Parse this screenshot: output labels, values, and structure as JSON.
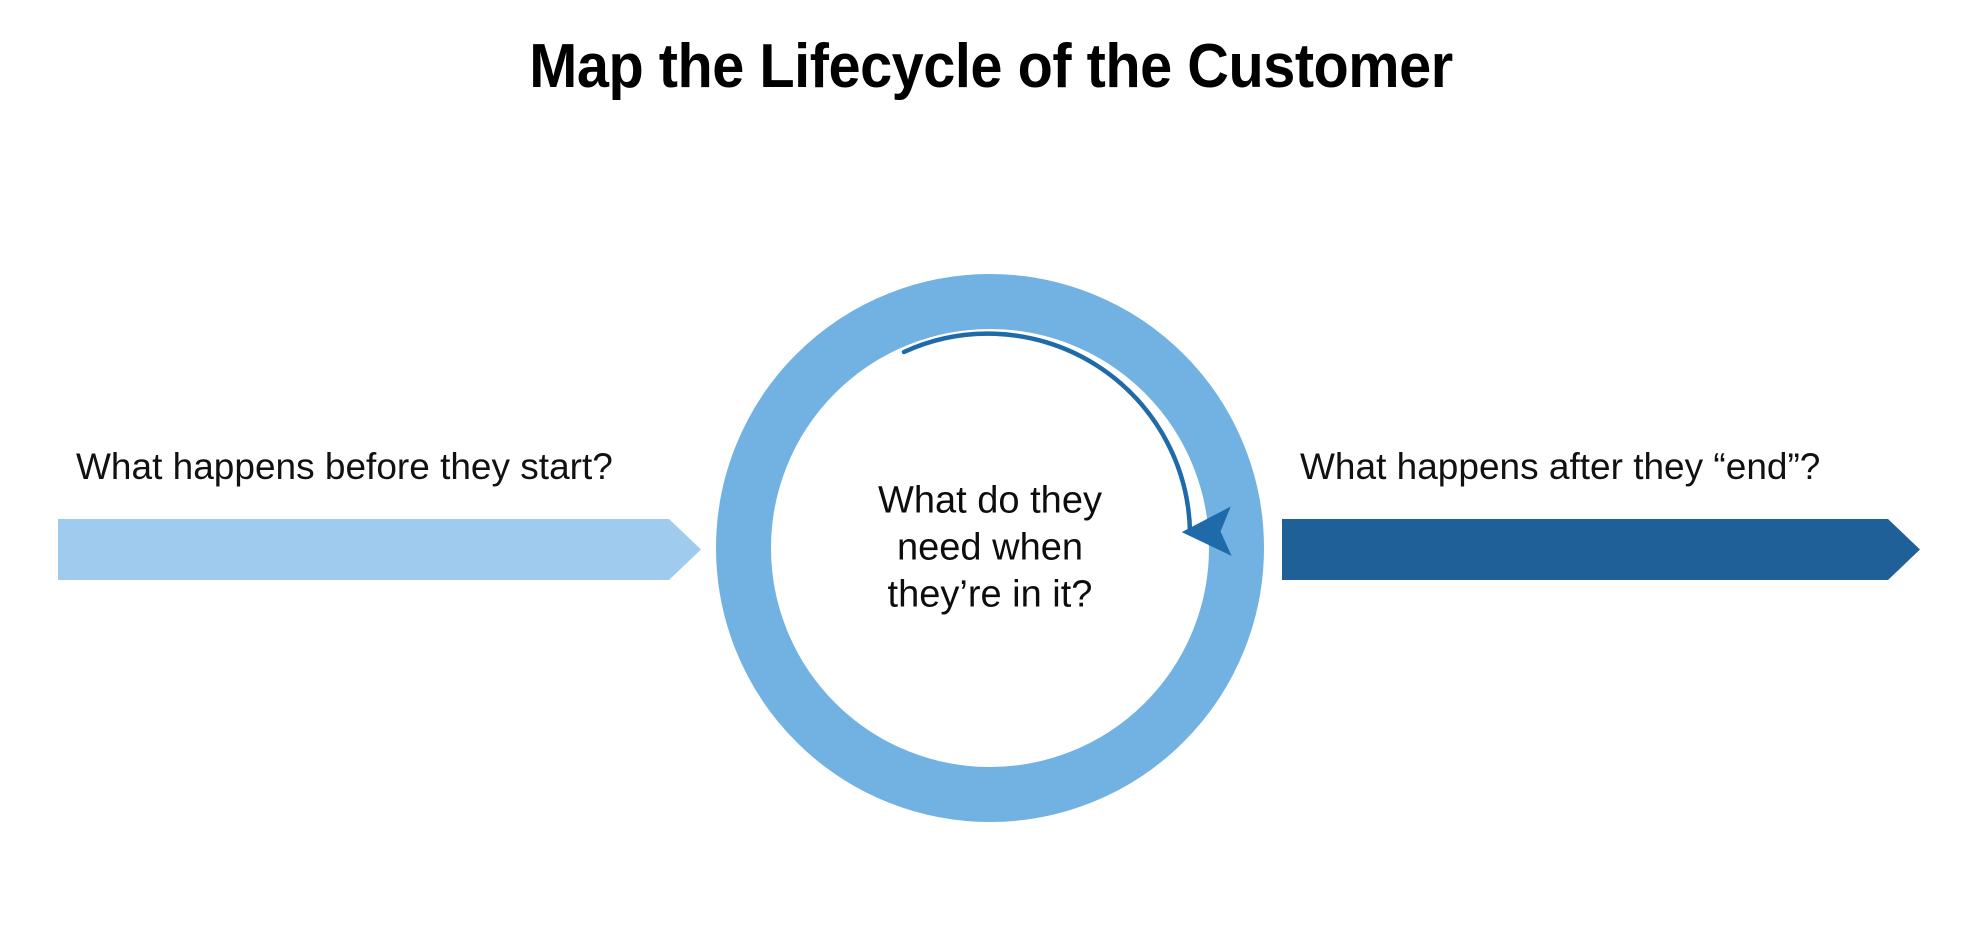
{
  "slide": {
    "title": "Map the Lifecycle of the Customer",
    "background_color": "#ffffff"
  },
  "colors": {
    "ring_blue": "#71b2e2",
    "light_bar_blue": "#9ecbee",
    "dark_bar_blue": "#1f6098",
    "arrow_stroke_blue": "#1f6aa8",
    "text_black": "#000000"
  },
  "before_stage": {
    "label": "What happens before they start?",
    "arrow_name": "before-arrow",
    "arrow_color": "#9ecbee",
    "direction": "right"
  },
  "cycle_stage": {
    "text_lines": [
      "What do they",
      "need when",
      "they’re in it?"
    ],
    "ring_color": "#71b2e2",
    "loop_arrow_color": "#1f6aa8",
    "loop_arrow_direction": "clockwise"
  },
  "after_stage": {
    "label": "What happens after they “end”?",
    "arrow_name": "after-arrow",
    "arrow_color": "#1f6098",
    "direction": "right"
  }
}
